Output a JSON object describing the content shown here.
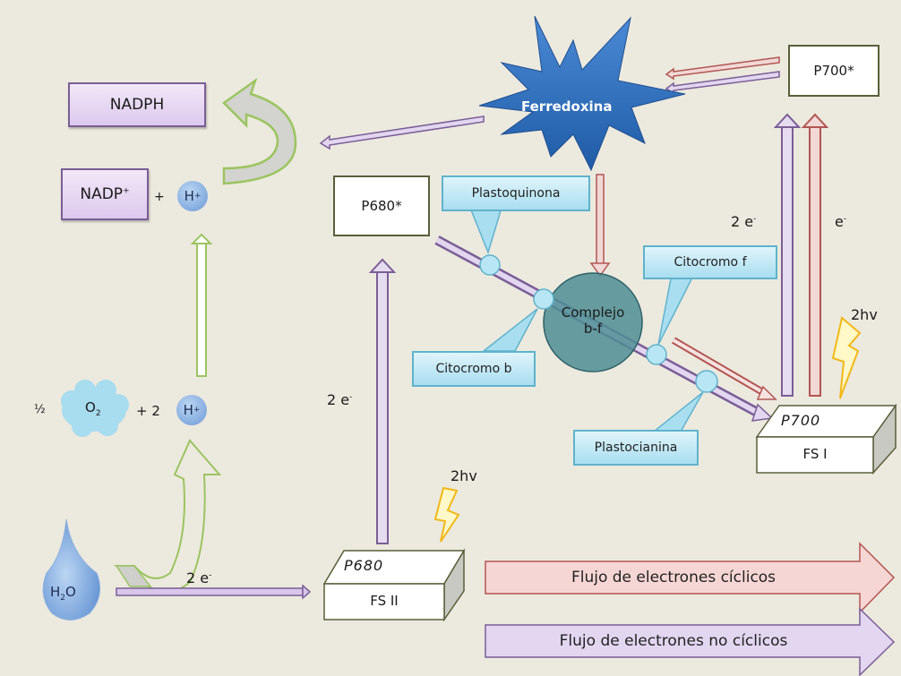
{
  "nodes": {
    "nadph": "NADPH",
    "nadp": "NADP",
    "nadp_sup": "+",
    "plus": "+",
    "h": "H",
    "h_sup": "+",
    "half": "½",
    "o2": "O",
    "o2_sub": "2",
    "plus_two": "+ 2",
    "h2o_h": "H",
    "h2o_sub": "2",
    "h2o_o": "O",
    "ferredoxina": "Ferredoxina",
    "p680_star": "P680*",
    "p700_star": "P700*",
    "complejo_line1": "Complejo",
    "complejo_line2": "b-f",
    "fs2_top": "P680",
    "fs2_bottom": "FS II",
    "fs1_top": "P700",
    "fs1_bottom": "FS I"
  },
  "callouts": {
    "plastoquinona": "Plastoquinona",
    "citocromo_b": "Citocromo b",
    "citocromo_f": "Citocromo f",
    "plastocianina": "Plastocianina"
  },
  "labels": {
    "two_e_h2o": "2 e",
    "two_e_fs2": "2 e",
    "two_e_fs1": "2 e",
    "e_fs1": "e",
    "minus": "-",
    "light_fs2": "2hv",
    "light_fs1": "2hv"
  },
  "legend": {
    "cyclic": "Flujo de electrones cíclicos",
    "noncyclic": "Flujo de electrones no cíclicos"
  },
  "colors": {
    "background": "#ece9df",
    "cyclic": "#b25552",
    "noncyclic": "#7a5e96",
    "proton_path": "#9cc460",
    "ferredoxina": "#2f6fbd",
    "complejo": "#4f8e95"
  }
}
